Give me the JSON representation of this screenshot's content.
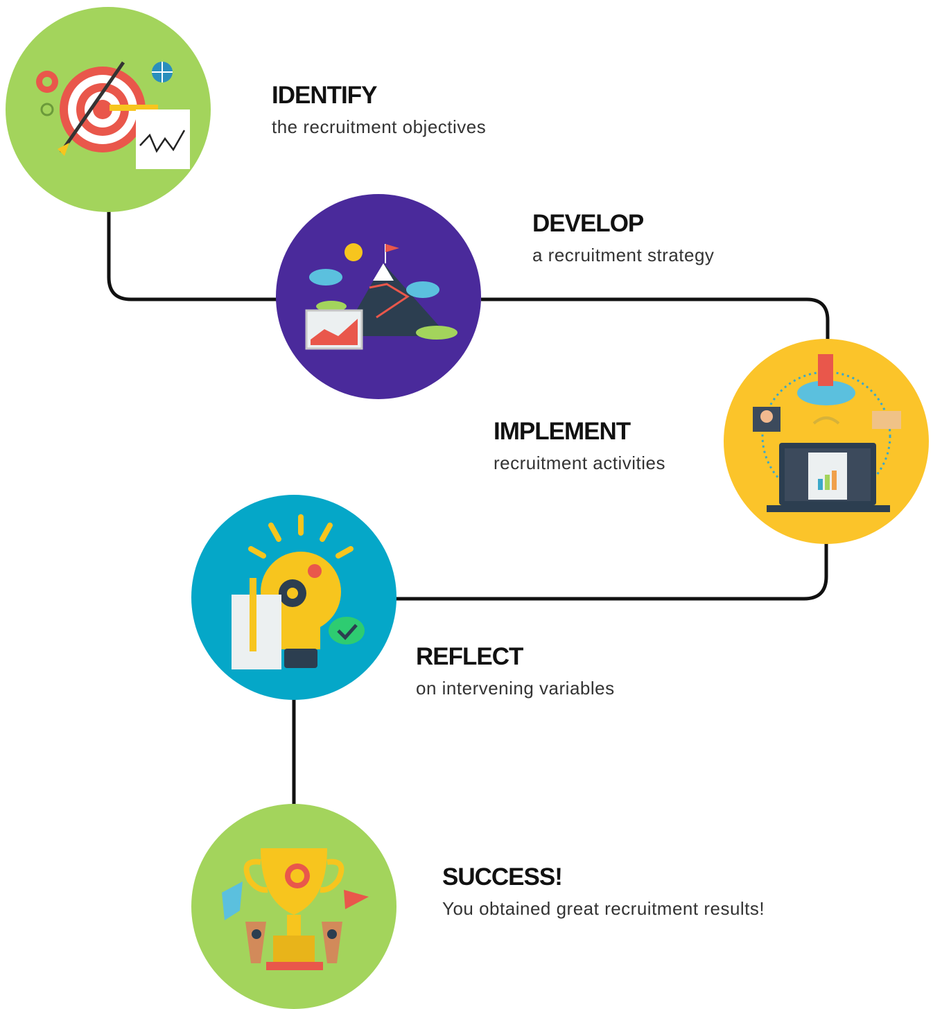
{
  "colors": {
    "connector": "#111111",
    "identify": "#a3d45c",
    "develop": "#4a2a9b",
    "implement": "#fbc42a",
    "reflect": "#05a7c8",
    "success": "#a3d45c"
  },
  "steps": [
    {
      "id": "identify",
      "title": "IDENTIFY",
      "subtitle": "the recruitment objectives",
      "icon": "target-icon"
    },
    {
      "id": "develop",
      "title": "DEVELOP",
      "subtitle": "a recruitment strategy",
      "icon": "mountain-icon"
    },
    {
      "id": "implement",
      "title": "IMPLEMENT",
      "subtitle": "recruitment activities",
      "icon": "laptop-network-icon"
    },
    {
      "id": "reflect",
      "title": "REFLECT",
      "subtitle": "on intervening variables",
      "icon": "lightbulb-icon"
    },
    {
      "id": "success",
      "title": "SUCCESS!",
      "subtitle": "You obtained great recruitment results!",
      "icon": "trophy-icon"
    }
  ]
}
